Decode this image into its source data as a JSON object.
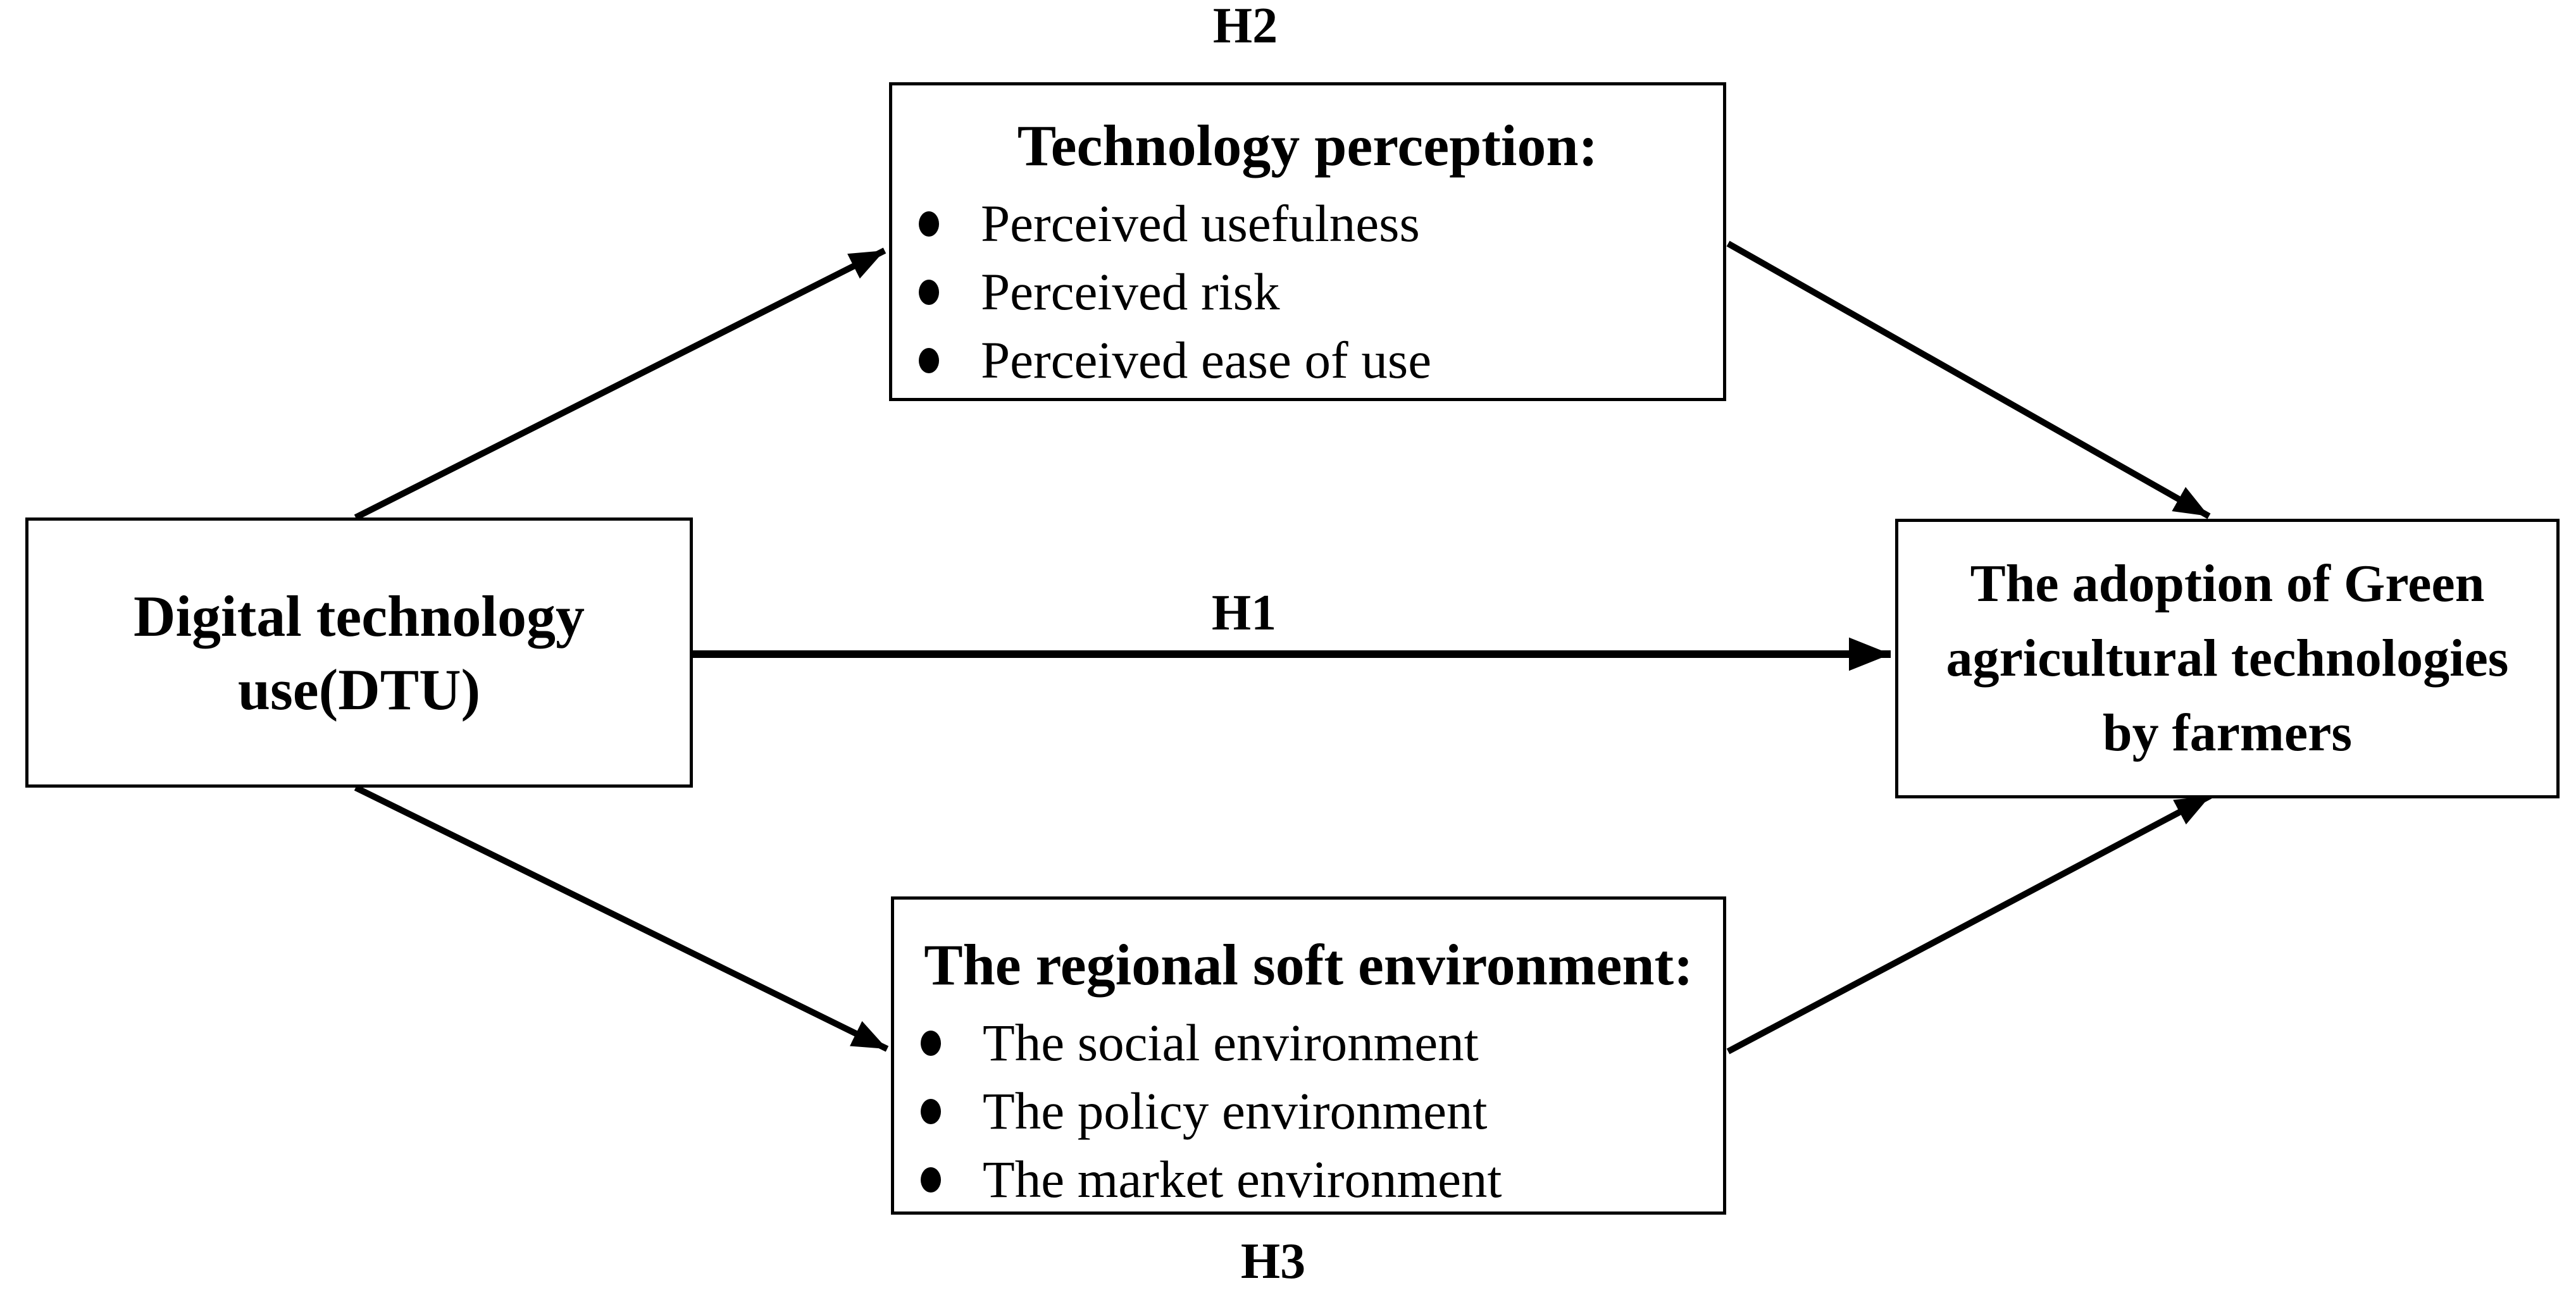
{
  "figure": {
    "type": "hypothesis-model-diagram",
    "background_color": "#ffffff",
    "ink_color": "#000000"
  },
  "nodes": {
    "digital_technology_use": {
      "label": "Digital technology use(DTU)",
      "lines": [
        "Digital technology",
        "use(DTU)"
      ]
    },
    "technology_perception": {
      "title": "Technology perception:",
      "items": [
        "Perceived usefulness",
        "Perceived risk",
        "Perceived ease of use"
      ]
    },
    "regional_soft_environment": {
      "title": "The regional soft environment:",
      "items": [
        "The social environment",
        "The policy environment",
        "The market environment"
      ]
    },
    "adoption_green_ag_tech": {
      "label": "The adoption of Green agricultural technologies by farmers",
      "lines": [
        "The adoption of Green",
        "agricultural technologies",
        "by farmers"
      ]
    }
  },
  "hypothesis_labels": {
    "h1": "H1",
    "h2": "H2",
    "h3": "H3"
  },
  "edges": [
    {
      "from": "digital_technology_use",
      "to": "technology_perception",
      "label": "H2"
    },
    {
      "from": "digital_technology_use",
      "to": "adoption_green_ag_tech",
      "label": "H1"
    },
    {
      "from": "digital_technology_use",
      "to": "regional_soft_environment",
      "label": "H3"
    },
    {
      "from": "technology_perception",
      "to": "adoption_green_ag_tech",
      "label": ""
    },
    {
      "from": "regional_soft_environment",
      "to": "adoption_green_ag_tech",
      "label": ""
    }
  ]
}
